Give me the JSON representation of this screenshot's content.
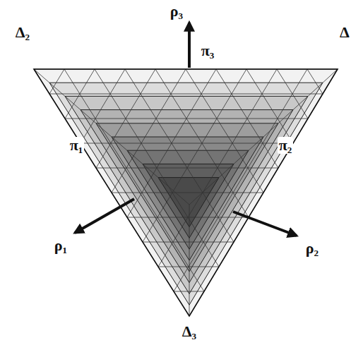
{
  "diagram": {
    "labels": [
      "Δ₂",
      "Δ",
      "ρ₃",
      "π₃",
      "π₁",
      "π₂",
      "ρ₁",
      "ρ₂",
      "Δ₃"
    ]
  }
}
